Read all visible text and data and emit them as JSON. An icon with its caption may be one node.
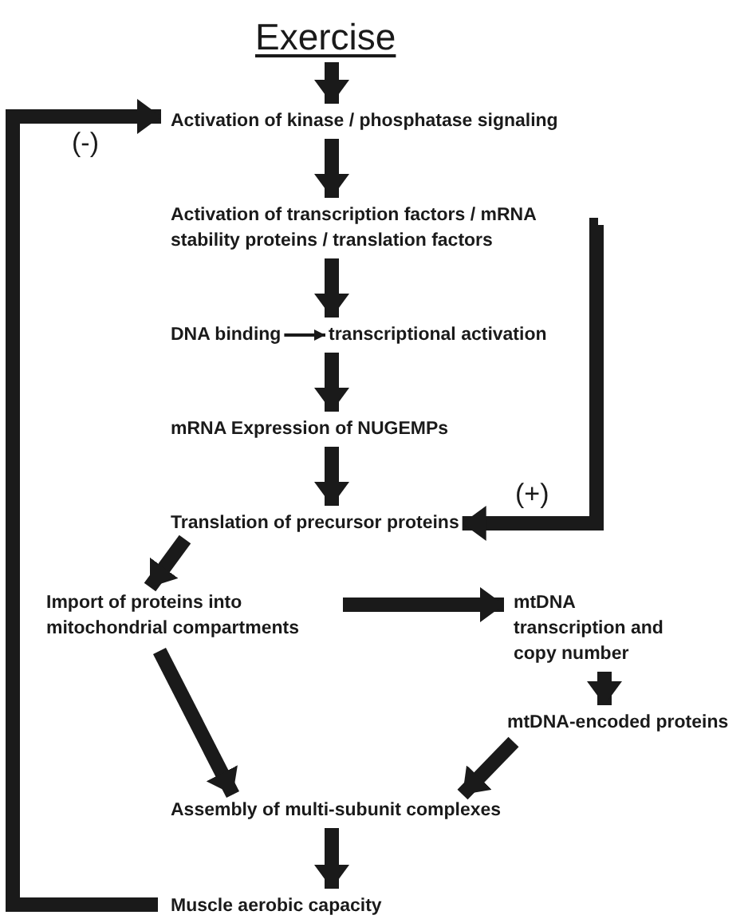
{
  "diagram": {
    "nodes": [
      {
        "text": [
          "Exercise"
        ]
      },
      {
        "text": [
          "Activation of kinase / phosphatase signaling"
        ]
      },
      {
        "text": [
          "Activation of transcription factors / mRNA stability proteins / translation factors"
        ]
      },
      {
        "text": [
          "DNA binding"
        ]
      },
      {
        "text": [
          "transcriptional activation"
        ]
      },
      {
        "text": [
          "mRNA Expression of NUGEMPs"
        ]
      },
      {
        "text": [
          "Translation of precursor proteins"
        ]
      },
      {
        "text": [
          "Import of proteins into mitochondrial compartments"
        ]
      },
      {
        "text": [
          "mtDNA transcription and copy number"
        ]
      },
      {
        "text": [
          "mtDNA-encoded proteins"
        ]
      },
      {
        "text": [
          "Assembly of multi-subunit complexes"
        ]
      },
      {
        "text": [
          "Muscle aerobic capacity"
        ]
      }
    ],
    "edges": [
      {
        "from": 0,
        "to": 1,
        "arrow": "to"
      },
      {
        "from": 1,
        "to": 2,
        "arrow": "to"
      },
      {
        "from": 2,
        "to": 3,
        "arrow": "to"
      },
      {
        "from": 3,
        "to": 4,
        "arrow": "to"
      },
      {
        "from": 4,
        "to": 5,
        "arrow": "to"
      },
      {
        "from": 5,
        "to": 6,
        "arrow": "to"
      },
      {
        "from": 2,
        "to": 6,
        "arrow": "to",
        "label": "(+)"
      },
      {
        "from": 6,
        "to": 7,
        "arrow": "to"
      },
      {
        "from": 7,
        "to": 8,
        "arrow": "to"
      },
      {
        "from": 8,
        "to": 9,
        "arrow": "to"
      },
      {
        "from": 7,
        "to": 10,
        "arrow": "to"
      },
      {
        "from": 9,
        "to": 10,
        "arrow": "to"
      },
      {
        "from": 10,
        "to": 11,
        "arrow": "to"
      },
      {
        "from": 11,
        "to": 1,
        "arrow": "to",
        "label": "(-)"
      }
    ]
  }
}
